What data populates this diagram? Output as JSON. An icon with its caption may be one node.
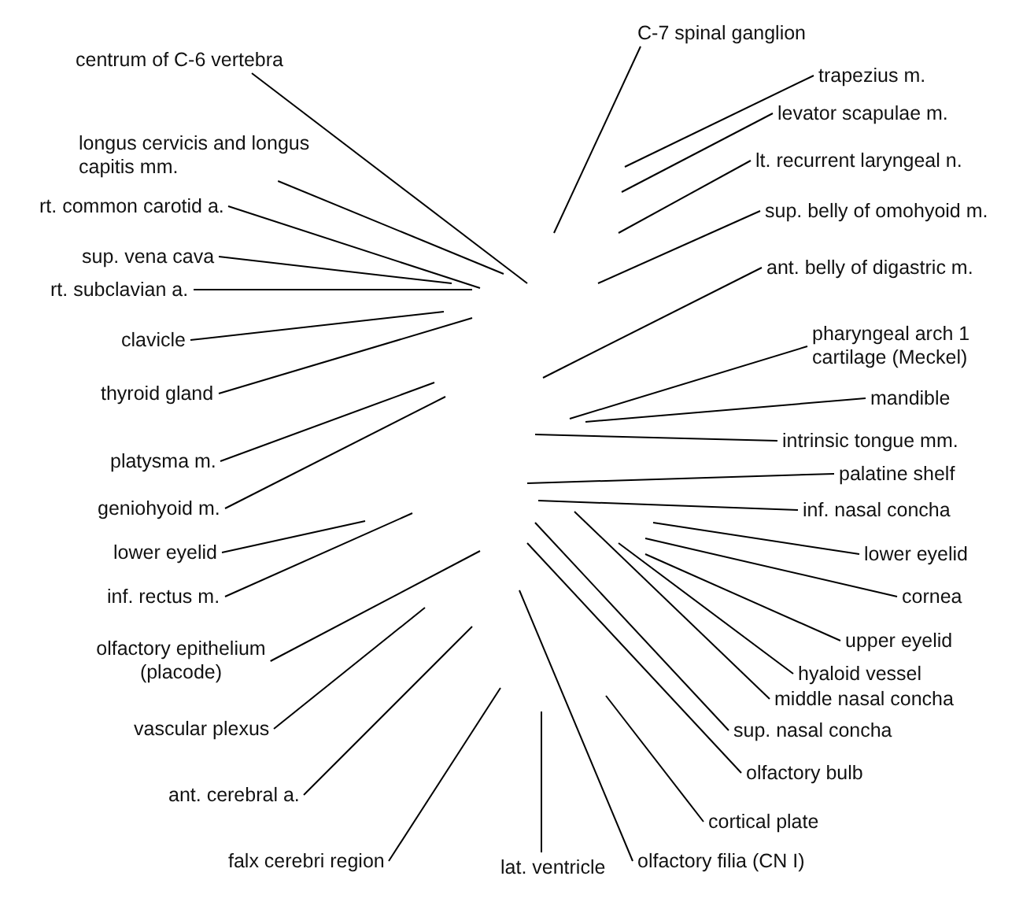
{
  "diagram": {
    "nodes": [
      {
        "text": [
          "centrum of C-6 vertebra"
        ]
      },
      {
        "text": [
          "longus cervicis and longus capitis mm."
        ]
      },
      {
        "text": [
          "rt. common carotid a."
        ]
      },
      {
        "text": [
          "sup. vena cava"
        ]
      },
      {
        "text": [
          "rt. subclavian a."
        ]
      },
      {
        "text": [
          "clavicle"
        ]
      },
      {
        "text": [
          "thyroid gland"
        ]
      },
      {
        "text": [
          "platysma m."
        ]
      },
      {
        "text": [
          "geniohyoid m."
        ]
      },
      {
        "text": [
          "lower eyelid"
        ]
      },
      {
        "text": [
          "inf. rectus m."
        ]
      },
      {
        "text": [
          "olfactory epithelium (placode)"
        ]
      },
      {
        "text": [
          "vascular plexus"
        ]
      },
      {
        "text": [
          "ant. cerebral a."
        ]
      },
      {
        "text": [
          "falx cerebri region"
        ]
      },
      {
        "text": [
          "lat. ventricle"
        ]
      },
      {
        "text": [
          "C-7 spinal ganglion"
        ]
      },
      {
        "text": [
          "trapezius m."
        ]
      },
      {
        "text": [
          "levator scapulae m."
        ]
      },
      {
        "text": [
          "lt. recurrent laryngeal n."
        ]
      },
      {
        "text": [
          "sup. belly of omohyoid m."
        ]
      },
      {
        "text": [
          "ant. belly of digastric m."
        ]
      },
      {
        "text": [
          "pharyngeal arch 1 cartilage (Meckel)"
        ]
      },
      {
        "text": [
          "mandible"
        ]
      },
      {
        "text": [
          "intrinsic tongue mm."
        ]
      },
      {
        "text": [
          "palatine shelf"
        ]
      },
      {
        "text": [
          "inf. nasal concha"
        ]
      },
      {
        "text": [
          "lower eyelid"
        ]
      },
      {
        "text": [
          "cornea"
        ]
      },
      {
        "text": [
          "upper eyelid"
        ]
      },
      {
        "text": [
          "hyaloid vessel"
        ]
      },
      {
        "text": [
          "middle nasal concha"
        ]
      },
      {
        "text": [
          "sup. nasal concha"
        ]
      },
      {
        "text": [
          "olfactory bulb"
        ]
      },
      {
        "text": [
          "cortical plate"
        ]
      },
      {
        "text": [
          "olfactory filia (CN I)"
        ]
      }
    ],
    "edges": [
      {
        "from": 0,
        "to": null,
        "arrow": "none"
      },
      {
        "from": 1,
        "to": null,
        "arrow": "none"
      },
      {
        "from": 2,
        "to": null,
        "arrow": "none"
      },
      {
        "from": 3,
        "to": null,
        "arrow": "none"
      },
      {
        "from": 4,
        "to": null,
        "arrow": "none"
      },
      {
        "from": 5,
        "to": null,
        "arrow": "none"
      },
      {
        "from": 6,
        "to": null,
        "arrow": "none"
      },
      {
        "from": 7,
        "to": null,
        "arrow": "none"
      },
      {
        "from": 8,
        "to": null,
        "arrow": "none"
      },
      {
        "from": 9,
        "to": null,
        "arrow": "none"
      },
      {
        "from": 10,
        "to": null,
        "arrow": "none"
      },
      {
        "from": 11,
        "to": null,
        "arrow": "none"
      },
      {
        "from": 12,
        "to": null,
        "arrow": "none"
      },
      {
        "from": 13,
        "to": null,
        "arrow": "none"
      },
      {
        "from": 14,
        "to": null,
        "arrow": "none"
      },
      {
        "from": 15,
        "to": null,
        "arrow": "none"
      },
      {
        "from": 16,
        "to": null,
        "arrow": "none"
      },
      {
        "from": 17,
        "to": null,
        "arrow": "none"
      },
      {
        "from": 18,
        "to": null,
        "arrow": "none"
      },
      {
        "from": 19,
        "to": null,
        "arrow": "none"
      },
      {
        "from": 20,
        "to": null,
        "arrow": "none"
      },
      {
        "from": 21,
        "to": null,
        "arrow": "none"
      },
      {
        "from": 22,
        "to": null,
        "arrow": "none"
      },
      {
        "from": 23,
        "to": null,
        "arrow": "none"
      },
      {
        "from": 24,
        "to": null,
        "arrow": "none"
      },
      {
        "from": 25,
        "to": null,
        "arrow": "none"
      },
      {
        "from": 26,
        "to": null,
        "arrow": "none"
      },
      {
        "from": 27,
        "to": null,
        "arrow": "none"
      },
      {
        "from": 28,
        "to": null,
        "arrow": "none"
      },
      {
        "from": 29,
        "to": null,
        "arrow": "none"
      },
      {
        "from": 30,
        "to": null,
        "arrow": "none"
      },
      {
        "from": 31,
        "to": null,
        "arrow": "none"
      },
      {
        "from": 32,
        "to": null,
        "arrow": "none"
      },
      {
        "from": 33,
        "to": null,
        "arrow": "none"
      },
      {
        "from": 34,
        "to": null,
        "arrow": "none"
      },
      {
        "from": 35,
        "to": null,
        "arrow": "none"
      }
    ]
  }
}
